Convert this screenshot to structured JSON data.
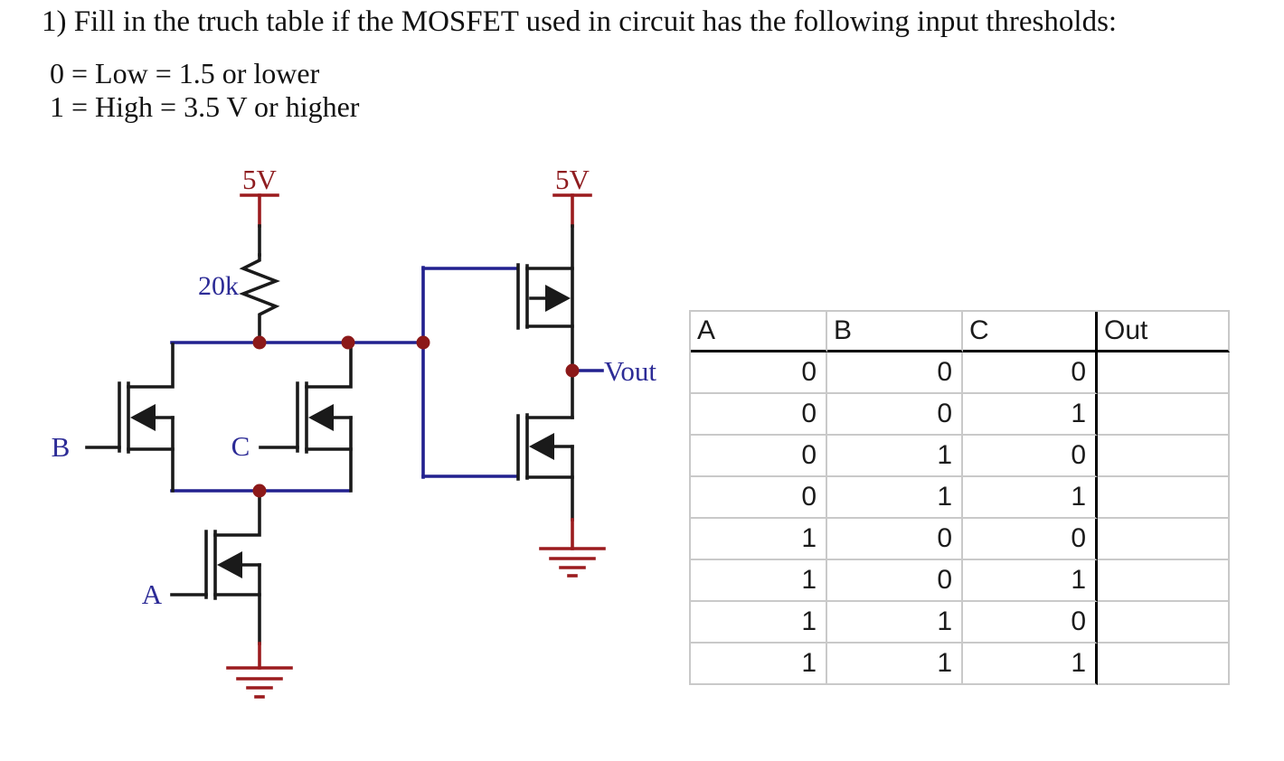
{
  "page": {
    "title": "1) Fill in the truch table if the MOSFET used in circuit has the following input thresholds:",
    "threshold_low": "0 = Low = 1.5 or lower",
    "threshold_high": "1 = High = 3.5 V or higher"
  },
  "circuit": {
    "supply_left_label": "5V",
    "supply_right_label": "5V",
    "resistor_label": "20k",
    "input_b_label": "B",
    "input_c_label": "C",
    "input_a_label": "A",
    "output_label": "Vout",
    "colors": {
      "wire": "#1a1a1a",
      "net_wire": "#22218f",
      "junction_dot": "#8c1919",
      "power_ground": "#9b1b1e",
      "label_text": "#2c2b96"
    }
  },
  "truth_table": {
    "headers": [
      "A",
      "B",
      "C",
      "Out"
    ],
    "rows": [
      [
        "0",
        "0",
        "0",
        ""
      ],
      [
        "0",
        "0",
        "1",
        ""
      ],
      [
        "0",
        "1",
        "0",
        ""
      ],
      [
        "0",
        "1",
        "1",
        ""
      ],
      [
        "1",
        "0",
        "0",
        ""
      ],
      [
        "1",
        "0",
        "1",
        ""
      ],
      [
        "1",
        "1",
        "0",
        ""
      ],
      [
        "1",
        "1",
        "1",
        ""
      ]
    ]
  }
}
